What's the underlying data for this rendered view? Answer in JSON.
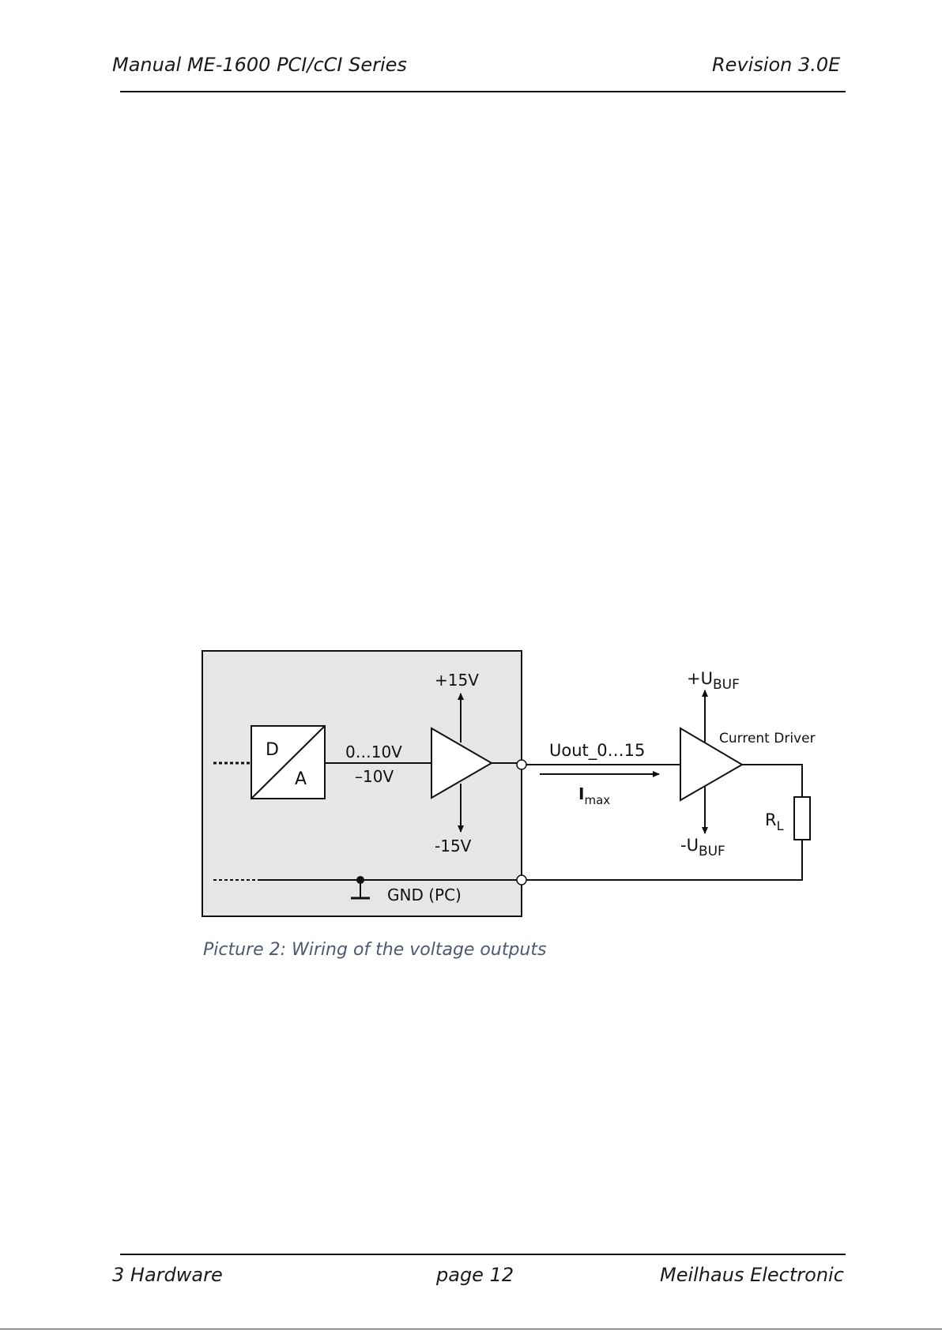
{
  "header": {
    "left": "Manual ME-1600 PCI/cCI Series",
    "right": "Revision 3.0E"
  },
  "diagram": {
    "da_d": "D",
    "da_a": "A",
    "range_label": "0…10V",
    "range_label_2": "–10V",
    "plus_supply": "+15V",
    "minus_supply": "-15V",
    "output_label": "Uout_0…15",
    "current_label": "I",
    "current_sub": "max",
    "plus_buf": "+U",
    "minus_buf": "-U",
    "buf_sub": "BUF",
    "driver_label": "Current Driver",
    "load_label": "R",
    "load_sub": "L",
    "gnd_label": "GND (PC)"
  },
  "caption": "Picture 2: Wiring of the voltage outputs",
  "footer": {
    "left": "3  Hardware",
    "center": "page 12",
    "right": "Meilhaus Electronic"
  }
}
